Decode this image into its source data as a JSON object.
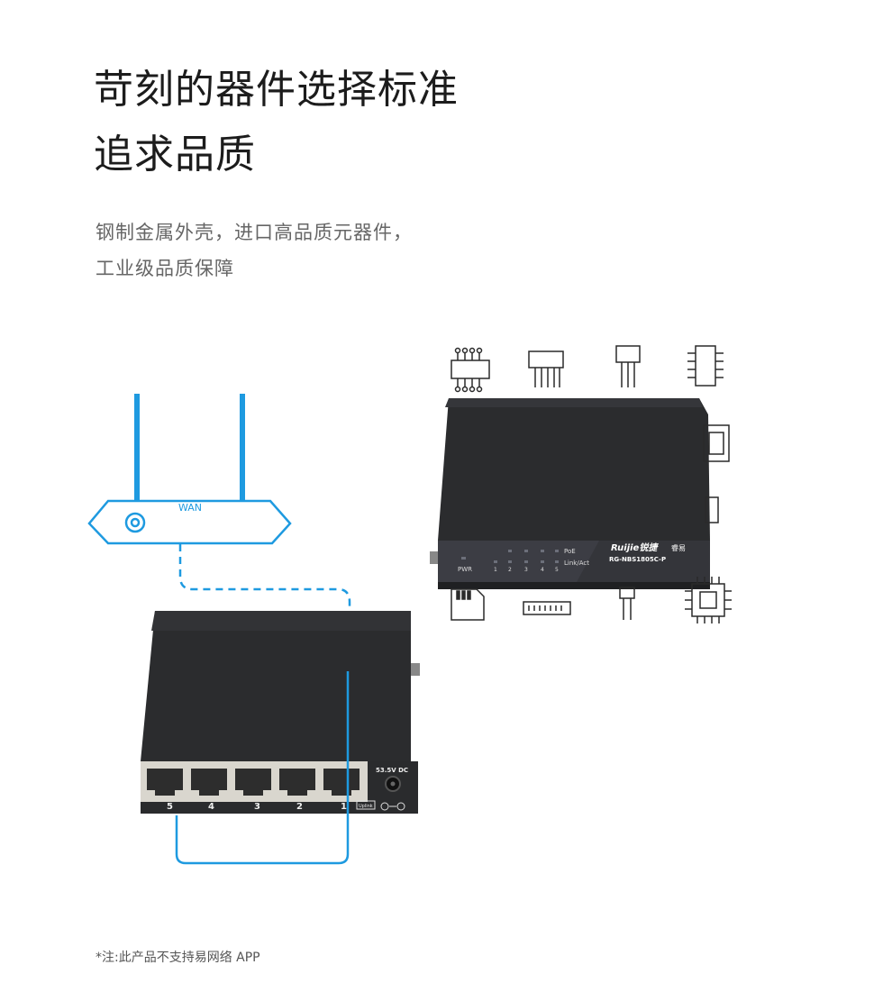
{
  "headline": {
    "line1": "苛刻的器件选择标准",
    "line2": "追求品质"
  },
  "subtitle": {
    "line1": "钢制金属外壳，进口高品质元器件，",
    "line2": "工业级品质保障"
  },
  "router": {
    "wan_label": "WAN"
  },
  "switch_front": {
    "ports": [
      "5",
      "4",
      "3",
      "2",
      "1"
    ],
    "power_label": "53.5V DC",
    "uplink_label": "Uplink"
  },
  "switch_back": {
    "pwr_label": "PWR",
    "poe_label": "PoE",
    "link_label": "Link/Act",
    "port_numbers": [
      "1",
      "2",
      "3",
      "4",
      "5"
    ],
    "brand": "Ruijie锐捷",
    "sub_brand": "睿易",
    "model": "RG-NBS1805C-P"
  },
  "footnote": "*注:此产品不支持易网络 APP",
  "colors": {
    "accent_blue": "#1e9ae0",
    "device_body": "#2b2c2e",
    "text_dark": "#1c1c1c",
    "text_gray": "#666666"
  },
  "icons": [
    "resistor-network-icon",
    "connector-header-icon",
    "pin-connector-icon",
    "ic-chip-icon",
    "sd-card-icon",
    "flat-connector-icon",
    "cable-icon",
    "cpu-chip-icon"
  ]
}
